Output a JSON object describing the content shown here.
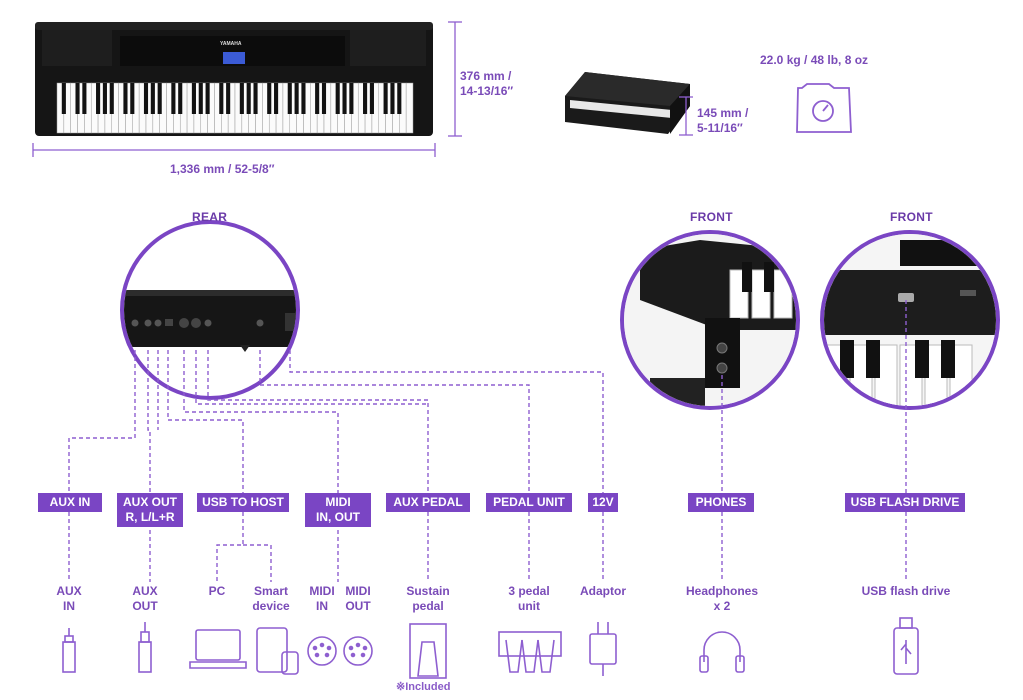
{
  "dimensions": {
    "width": "1,336 mm / 52-5/8″",
    "height_line1": "376 mm /",
    "height_line2": "14-13/16″",
    "depth_line1": "145 mm /",
    "depth_line2": "5-11/16″",
    "weight": "22.0 kg / 48 lb, 8 oz"
  },
  "sections": {
    "rear": "REAR",
    "front_left": "FRONT",
    "front_right": "FRONT"
  },
  "connectors": [
    {
      "label_line1": "AUX IN",
      "label_line2": ""
    },
    {
      "label_line1": "AUX OUT",
      "label_line2": "R, L/L+R"
    },
    {
      "label_line1": "USB TO HOST",
      "label_line2": ""
    },
    {
      "label_line1": "MIDI",
      "label_line2": "IN, OUT"
    },
    {
      "label_line1": "AUX PEDAL",
      "label_line2": ""
    },
    {
      "label_line1": "PEDAL UNIT",
      "label_line2": ""
    },
    {
      "label_line1": "12V",
      "label_line2": ""
    },
    {
      "label_line1": "PHONES",
      "label_line2": ""
    },
    {
      "label_line1": "USB FLASH DRIVE",
      "label_line2": ""
    }
  ],
  "devices": {
    "aux_in": [
      "AUX",
      "IN"
    ],
    "aux_out": [
      "AUX",
      "OUT"
    ],
    "pc": [
      "PC"
    ],
    "smart_device": [
      "Smart",
      "device"
    ],
    "midi_in": [
      "MIDI",
      "IN"
    ],
    "midi_out": [
      "MIDI",
      "OUT"
    ],
    "sustain_pedal": [
      "Sustain",
      "pedal"
    ],
    "pedal_unit": [
      "3 pedal",
      "unit"
    ],
    "adaptor": [
      "Adaptor"
    ],
    "headphones": [
      "Headphones",
      "x 2"
    ],
    "usb_flash_drive": [
      "USB flash drive"
    ]
  },
  "included_note": "※Included",
  "brand_text": "YAMAHA",
  "colors": {
    "accent": "#7a45c4",
    "line": "#8e5fd0",
    "text": "#7a4bb8"
  },
  "icons": [
    "aux-jack-icon",
    "aux-plug-icon",
    "laptop-icon",
    "tablet-icon",
    "midi-din-icon",
    "sustain-pedal-icon",
    "pedal-unit-icon",
    "power-adaptor-icon",
    "headphones-icon",
    "usb-drive-icon",
    "scale-icon"
  ]
}
